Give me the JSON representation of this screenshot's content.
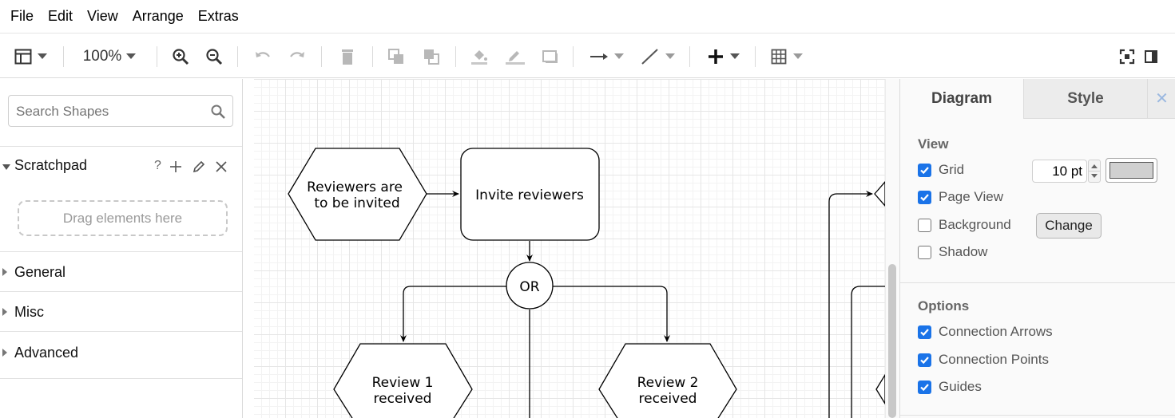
{
  "menu": [
    "File",
    "Edit",
    "View",
    "Arrange",
    "Extras"
  ],
  "toolbar": {
    "zoom": "100%",
    "icons": [
      "format-panel-icon",
      "zoom-in-icon",
      "zoom-out-icon",
      "undo-icon",
      "redo-icon",
      "delete-icon",
      "to-front-icon",
      "to-back-icon",
      "fill-color-icon",
      "line-color-icon",
      "shadow-icon",
      "connection-icon",
      "waypoints-icon",
      "insert-icon",
      "table-icon",
      "fullscreen-icon",
      "toggle-panel-icon"
    ]
  },
  "sidebar": {
    "search_placeholder": "Search Shapes",
    "scratchpad": {
      "title": "Scratchpad",
      "help": "?",
      "drop_text": "Drag elements here"
    },
    "sections": [
      "General",
      "Misc",
      "Advanced"
    ]
  },
  "diagram": {
    "shapes": {
      "start": [
        "Reviewers are",
        "to be invited"
      ],
      "invite": "Invite reviewers",
      "or": "OR",
      "review1": [
        "Review 1",
        "received"
      ],
      "review2": [
        "Review 2",
        "received"
      ]
    }
  },
  "panel": {
    "tabs": [
      "Diagram",
      "Style"
    ],
    "close": "✕",
    "view": {
      "heading": "View",
      "grid": {
        "label": "Grid",
        "checked": true,
        "size": "10 pt",
        "color": "#d0d0d0"
      },
      "page_view": {
        "label": "Page View",
        "checked": true
      },
      "background": {
        "label": "Background",
        "checked": false,
        "button": "Change"
      },
      "shadow": {
        "label": "Shadow",
        "checked": false
      }
    },
    "options": {
      "heading": "Options",
      "items": [
        {
          "label": "Connection Arrows",
          "checked": true
        },
        {
          "label": "Connection Points",
          "checked": true
        },
        {
          "label": "Guides",
          "checked": true
        }
      ]
    }
  },
  "colors": {
    "accent": "#1a73e8",
    "scroll_thumb": "#c8c8c8"
  }
}
